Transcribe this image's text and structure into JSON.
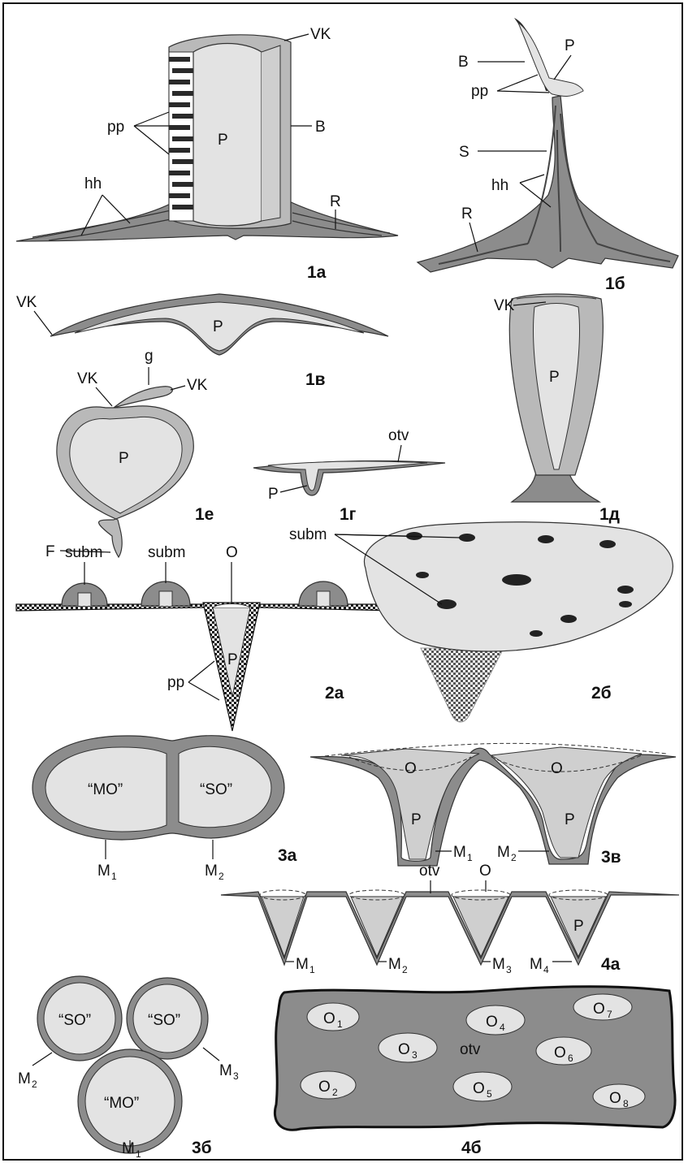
{
  "colors": {
    "dark": "#8c8c8c",
    "mid": "#b9b9b9",
    "light": "#e3e3e3",
    "ink": "#111111",
    "bar": "#2a2a2a"
  },
  "labels": {
    "VK": "VK",
    "P": "P",
    "B": "B",
    "pp": "pp",
    "hh": "hh",
    "R": "R",
    "S": "S",
    "g": "g",
    "F": "F",
    "otv": "otv",
    "subm": "subm",
    "O": "O",
    "MO": "“MO”",
    "SO": "“SO”",
    "M": "M"
  },
  "figures": {
    "f1a": "1а",
    "f1b": "1б",
    "f1v": "1в",
    "f1g": "1г",
    "f1d": "1д",
    "f1e": "1е",
    "f2a": "2а",
    "f2b": "2б",
    "f3a": "3а",
    "f3b": "3б",
    "f3v": "3в",
    "f4a": "4а",
    "f4b": "4б"
  },
  "subscripts": {
    "s1": "1",
    "s2": "2",
    "s3": "3",
    "s4": "4",
    "s5": "5",
    "s6": "6",
    "s7": "7",
    "s8": "8"
  }
}
